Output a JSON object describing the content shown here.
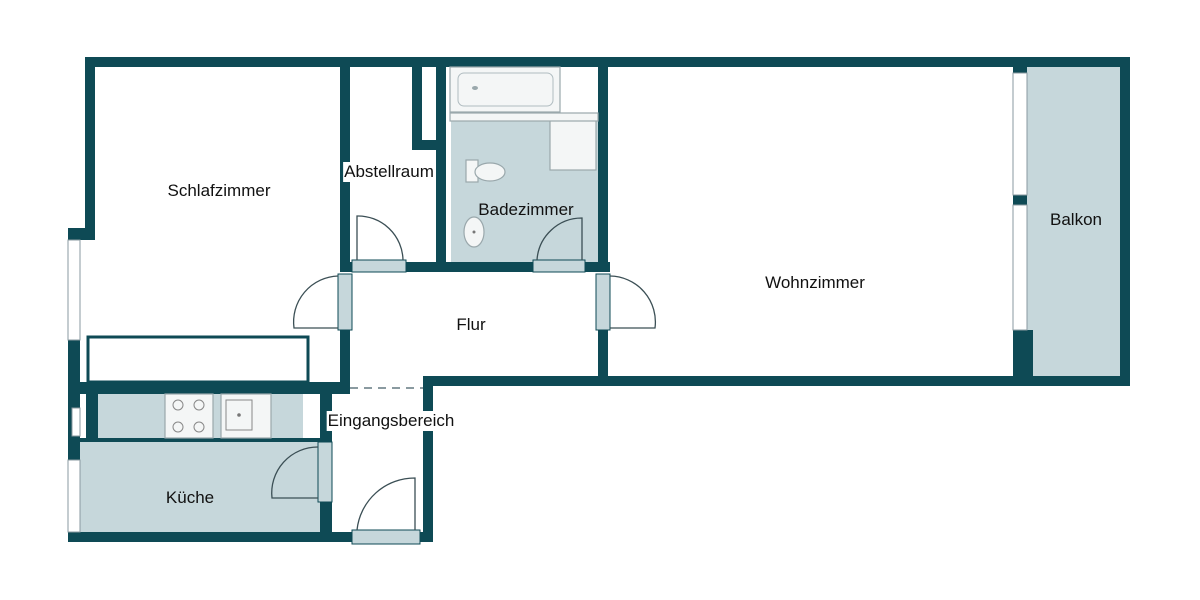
{
  "floorplan": {
    "colors": {
      "wall": "#0e4a55",
      "wet_room_fill": "#c6d7db",
      "dry_room_fill": "#ffffff"
    },
    "rooms": [
      {
        "id": "schlafzimmer",
        "label": "Schlafzimmer"
      },
      {
        "id": "abstellraum",
        "label": "Abstellraum"
      },
      {
        "id": "badezimmer",
        "label": "Badezimmer"
      },
      {
        "id": "wohnzimmer",
        "label": "Wohnzimmer"
      },
      {
        "id": "balkon",
        "label": "Balkon"
      },
      {
        "id": "flur",
        "label": "Flur"
      },
      {
        "id": "eingangsbereich",
        "label": "Eingangsbereich"
      },
      {
        "id": "kueche",
        "label": "Küche"
      }
    ],
    "fixtures": [
      "bathtub-icon",
      "toilet-icon",
      "washbasin-icon",
      "stove-icon",
      "sink-icon"
    ]
  }
}
